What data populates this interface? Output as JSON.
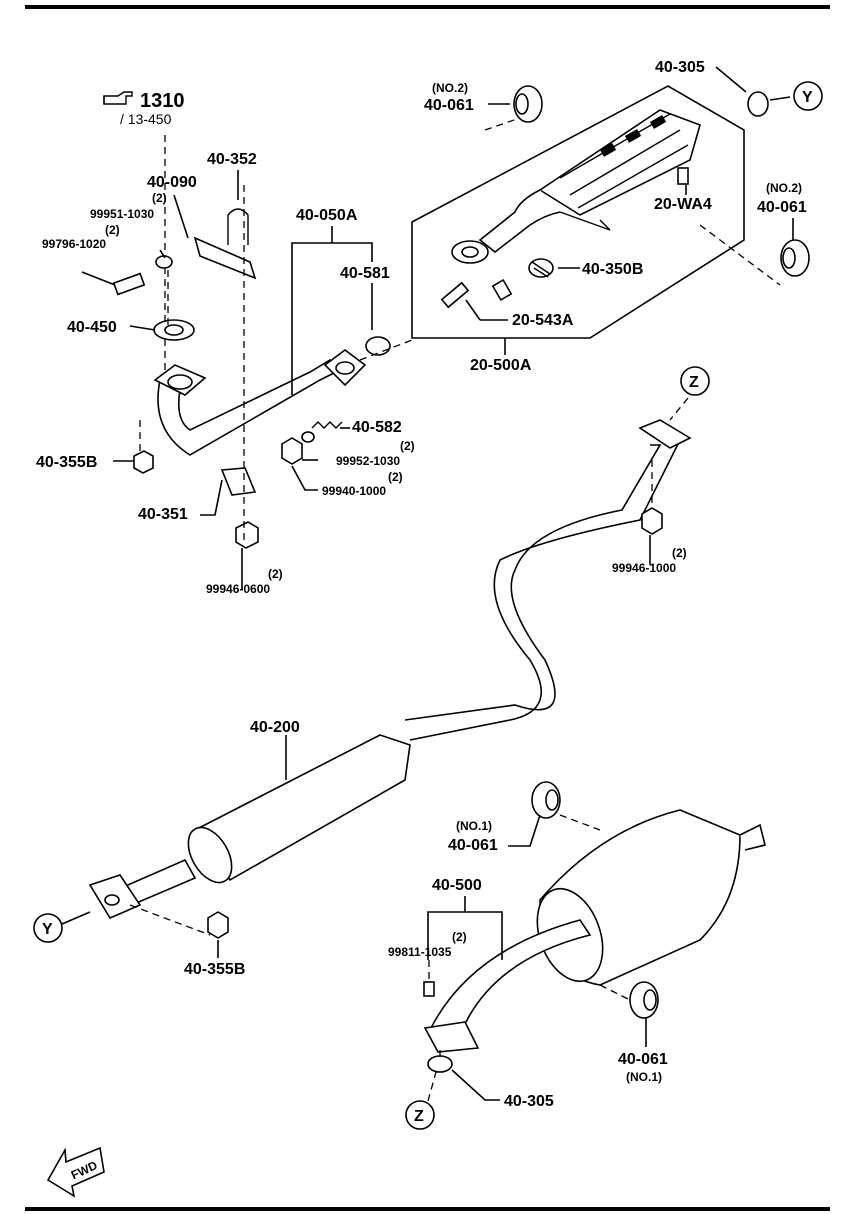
{
  "reference": {
    "main": "1310",
    "sub": "/ 13-450"
  },
  "labels": {
    "p40_090": "40-090",
    "p40_352": "40-352",
    "q99951_qty": "(2)",
    "p99951": "99951-1030",
    "q99796_qty": "(2)",
    "p99796": "99796-1020",
    "p40_450": "40-450",
    "p40_355B_top": "40-355B",
    "p40_351": "40-351",
    "q99946_0600_qty": "(2)",
    "p99946_0600": "99946-0600",
    "p40_050A": "40-050A",
    "p40_581": "40-581",
    "p40_582": "40-582",
    "p99952": "99952-1030",
    "q99952_qty": "(2)",
    "q99940_qty": "(2)",
    "p99940": "99940-1000",
    "q40_061_top_no": "(NO.2)",
    "p40_061_top": "40-061",
    "p40_305_top": "40-305",
    "y_top": "Y",
    "q40_061_right_no": "(NO.2)",
    "p40_061_right": "40-061",
    "p20_WA4": "20-WA4",
    "p40_350B": "40-350B",
    "p20_543A": "20-543A",
    "p20_500A": "20-500A",
    "z_top": "Z",
    "q99946_1000_qty": "(2)",
    "p99946_1000": "99946-1000",
    "p40_200": "40-200",
    "y_bottom": "Y",
    "p40_355B_bottom": "40-355B",
    "q40_061_mid_no": "(NO.1)",
    "p40_061_mid": "40-061",
    "p40_500": "40-500",
    "q99811_qty": "(2)",
    "p99811": "99811-1035",
    "p40_061_bottom": "40-061",
    "q40_061_bottom_no": "(NO.1)",
    "p40_305_bottom": "40-305",
    "z_bottom": "Z",
    "fwd": "FWD"
  },
  "icons": [
    "pointing-hand-icon",
    "fwd-arrow-icon"
  ]
}
